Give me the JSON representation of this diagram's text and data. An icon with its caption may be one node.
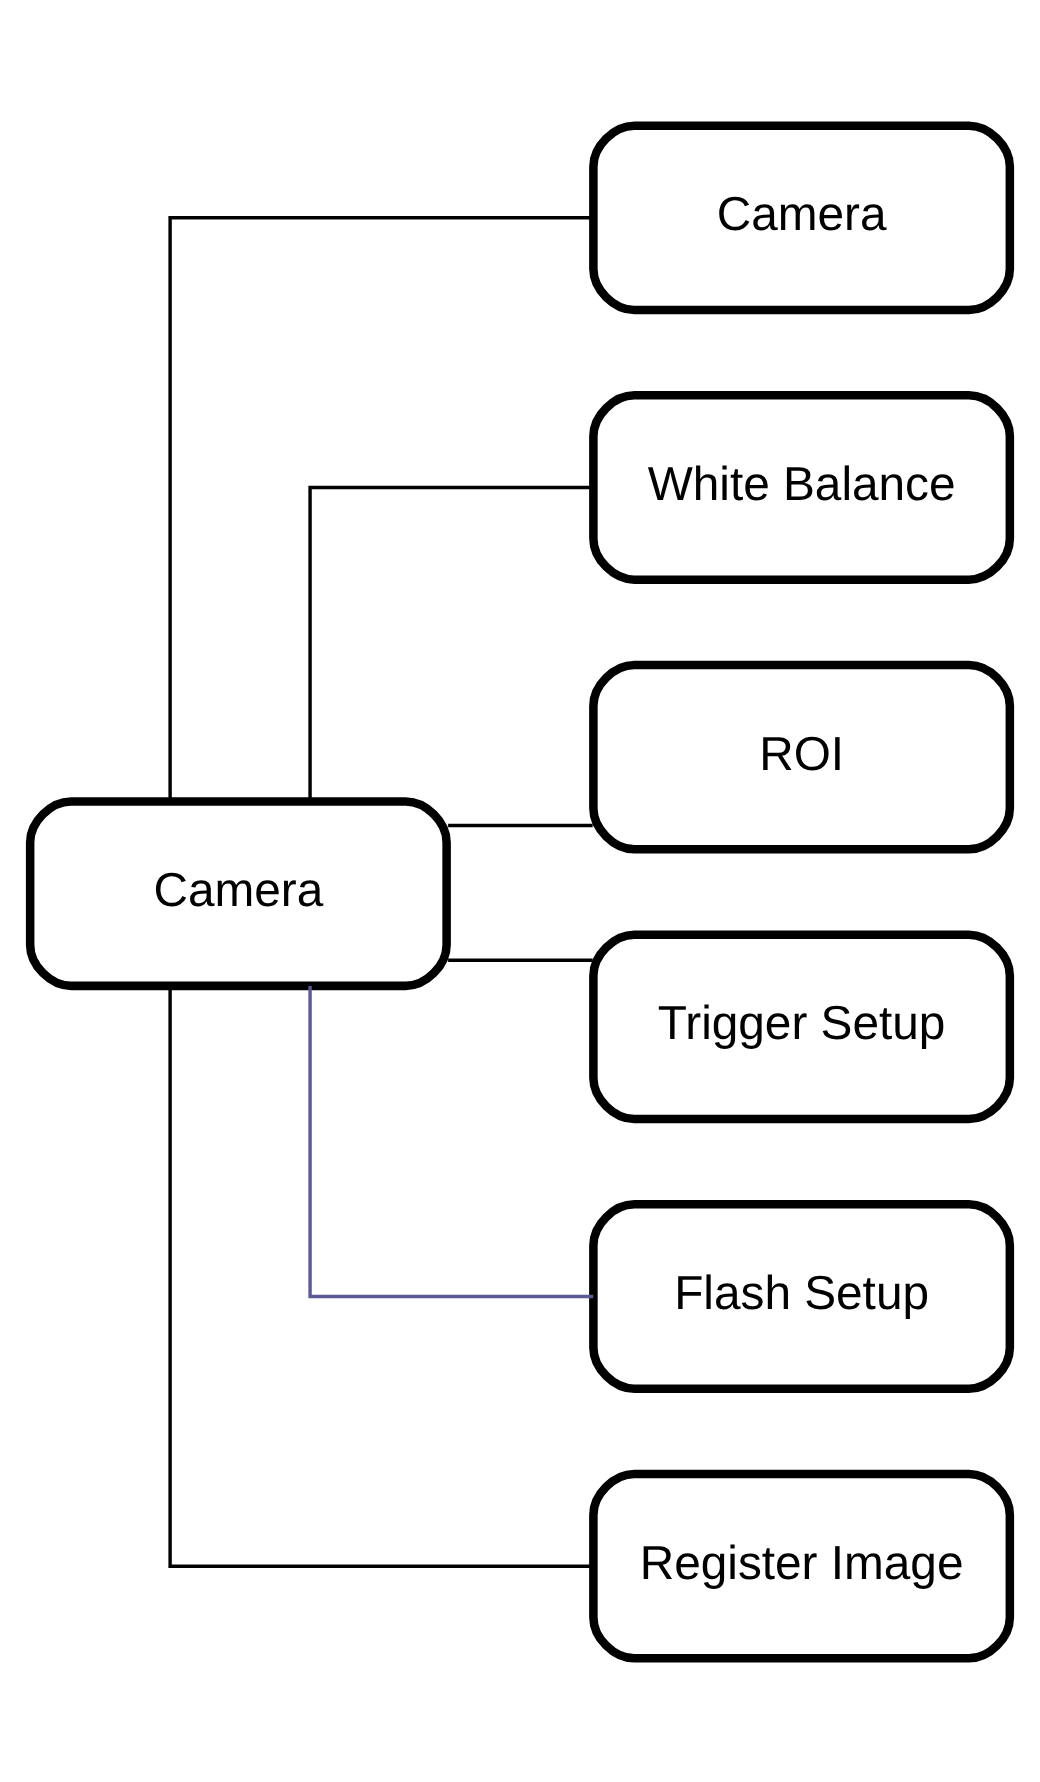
{
  "diagram": {
    "nodes": [
      {
        "text": [
          "Camera"
        ]
      },
      {
        "text": [
          "Camera"
        ]
      },
      {
        "text": [
          "White Balance"
        ]
      },
      {
        "text": [
          "ROI"
        ]
      },
      {
        "text": [
          "Trigger Setup"
        ]
      },
      {
        "text": [
          "Flash Setup"
        ]
      },
      {
        "text": [
          "Register Image"
        ]
      }
    ],
    "edges": [
      {
        "from": 0,
        "to": 1,
        "arrow": "none"
      },
      {
        "from": 0,
        "to": 2,
        "arrow": "none"
      },
      {
        "from": 0,
        "to": 3,
        "arrow": "none"
      },
      {
        "from": 0,
        "to": 4,
        "arrow": "none"
      },
      {
        "from": 0,
        "to": 5,
        "arrow": "none",
        "color": "#5a5a96"
      },
      {
        "from": 0,
        "to": 6,
        "arrow": "none"
      }
    ]
  }
}
